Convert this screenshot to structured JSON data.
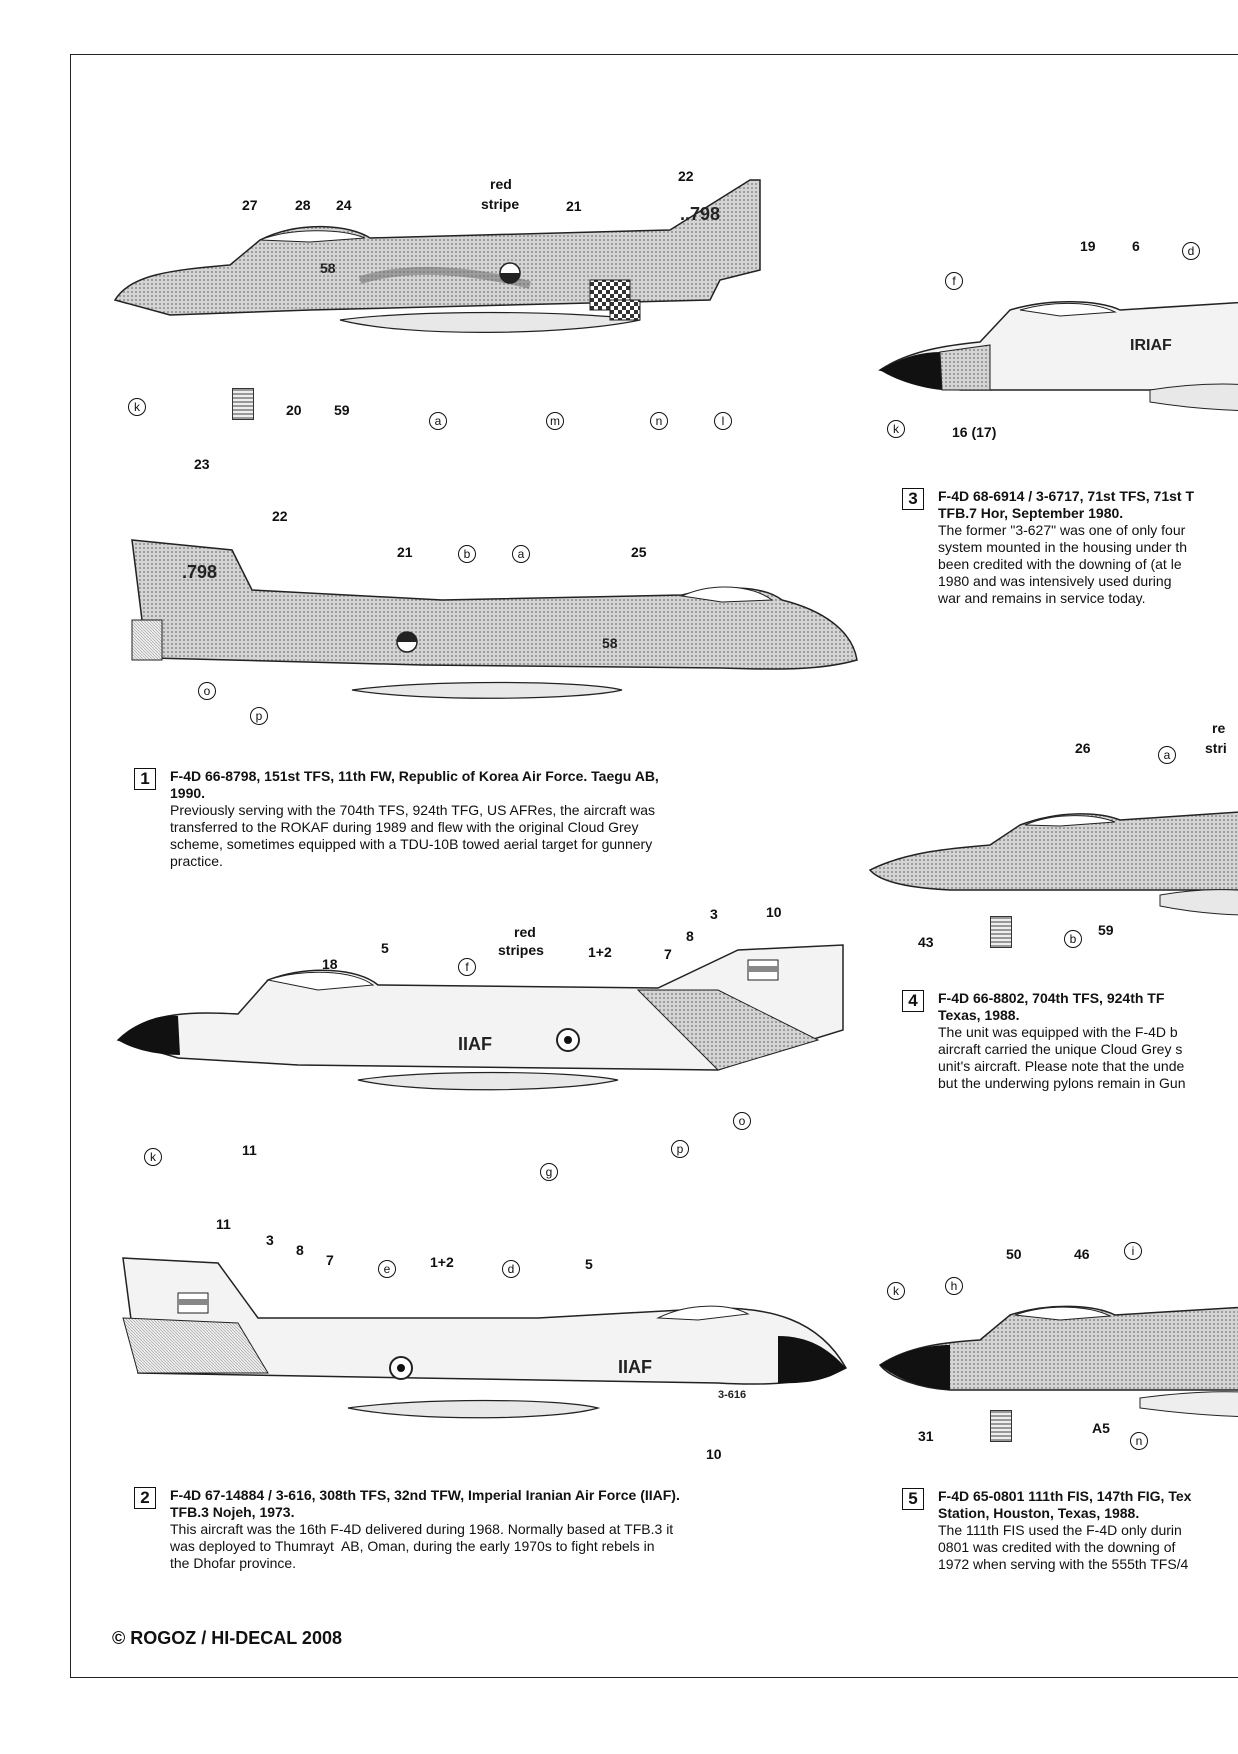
{
  "profiles": [
    {
      "number": "1",
      "title": "F-4D 66-8798, 151st TFS, 11th FW, Republic of Korea Air Force. Taegu AB,",
      "title_line2": "1990.",
      "body": [
        "Previously serving with the 704th TFS, 924th TFG, US AFRes, the aircraft was",
        "transferred to the ROKAF during 1989 and flew with the original Cloud Grey",
        "scheme, sometimes equipped with a TDU-10B towed aerial target for gunnery",
        "practice."
      ],
      "tail_code": "798"
    },
    {
      "number": "2",
      "title": "F-4D 67-14884 / 3-616, 308th TFS, 32nd TFW, Imperial Iranian Air Force (IIAF).",
      "title_line2": "TFB.3 Nojeh, 1973.",
      "body": [
        "This aircraft was the 16th F-4D delivered during 1968. Normally based at TFB.3 it",
        "was deployed to Thumrayt  AB, Oman, during the early 1970s to fight rebels in",
        "the Dhofar province."
      ],
      "tail_code": "3-616",
      "fuselage_code": "IIAF"
    },
    {
      "number": "3",
      "title": "F-4D 68-6914 / 3-6717, 71st TFS, 71st T",
      "title_line2": "TFB.7 Hor, September 1980.",
      "body": [
        "The former \"3-627\" was one of only four",
        "system mounted in the housing under th",
        "been credited with the downing of (at le",
        "1980 and was intensively used during",
        "war and remains in service today."
      ],
      "fuselage_code": "IRIAF"
    },
    {
      "number": "4",
      "title": "F-4D 66-8802, 704th TFS, 924th TF",
      "title_line2": "Texas, 1988.",
      "body": [
        "The unit was equipped with the F-4D b",
        "aircraft carried the unique Cloud Grey s",
        "unit's aircraft. Please note that the unde",
        "but the underwing pylons remain in Gun"
      ]
    },
    {
      "number": "5",
      "title": "F-4D 65-0801 111th FIS, 147th FIG, Tex",
      "title_line2": "Station, Houston, Texas, 1988.",
      "body": [
        "The 111th FIS used the F-4D only durin",
        "0801 was credited with the downing of",
        "1972 when serving with the 555th TFS/4"
      ]
    }
  ],
  "callouts": {
    "p1_top": [
      "27",
      "28",
      "24",
      "red",
      "stripe",
      "21",
      "22",
      "20",
      "59",
      "23",
      "k",
      "a",
      "m",
      "n",
      "l"
    ],
    "p1_bottom": [
      "22",
      "21",
      "b",
      "a",
      "25",
      "o",
      "p"
    ],
    "p2_top": [
      "18",
      "5",
      "f",
      "red",
      "stripes",
      "1+2",
      "8",
      "3",
      "10",
      "7",
      "k",
      "11",
      "g",
      "p",
      "o"
    ],
    "p2_bottom": [
      "11",
      "3",
      "8",
      "7",
      "e",
      "1+2",
      "d",
      "5",
      "10"
    ],
    "p3": [
      "19",
      "6",
      "d",
      "f",
      "k",
      "16 (17)"
    ],
    "p4": [
      "re",
      "stri",
      "26",
      "a",
      "43",
      "b",
      "59"
    ],
    "p5": [
      "50",
      "46",
      "i",
      "k",
      "h",
      "31",
      "A5",
      "n"
    ]
  },
  "copyright": "© ROGOZ / HI-DECAL 2008"
}
